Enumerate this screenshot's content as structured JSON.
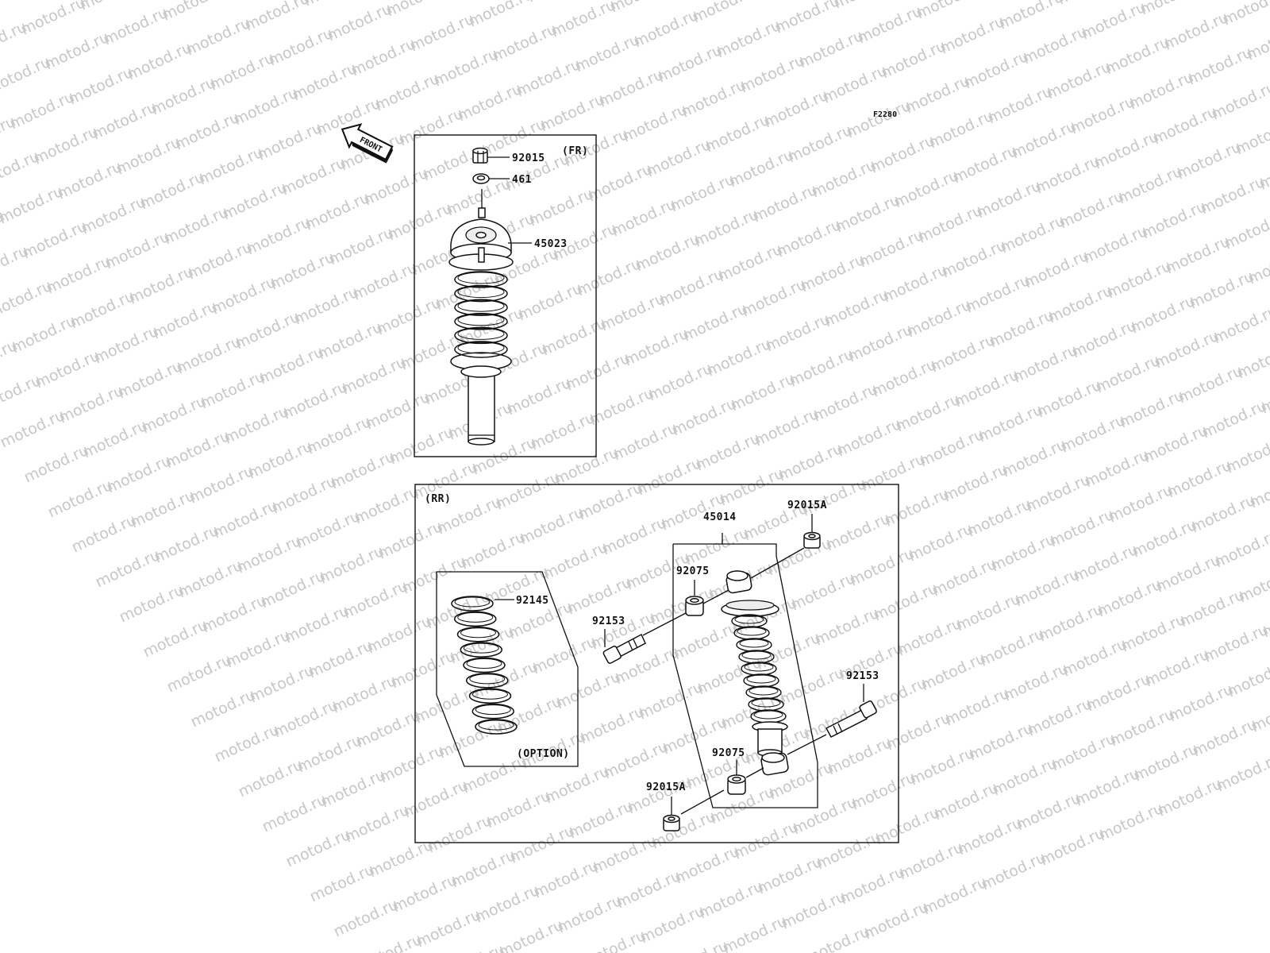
{
  "diagram": {
    "code": "F2280",
    "front_label": "FRONT",
    "watermark": "motod.ru",
    "front_panel": {
      "title": "(FR)",
      "parts": [
        {
          "id": "92015",
          "label": "92015"
        },
        {
          "id": "461",
          "label": "461"
        },
        {
          "id": "45023",
          "label": "45023"
        }
      ]
    },
    "rear_panel": {
      "title": "(RR)",
      "option_label": "(OPTION)",
      "parts": [
        {
          "id": "92145",
          "label": "92145"
        },
        {
          "id": "45014",
          "label": "45014"
        },
        {
          "id": "92015A-top",
          "label": "92015A"
        },
        {
          "id": "92075-top",
          "label": "92075"
        },
        {
          "id": "92153-left",
          "label": "92153"
        },
        {
          "id": "92153-right",
          "label": "92153"
        },
        {
          "id": "92075-bottom",
          "label": "92075"
        },
        {
          "id": "92015A-bottom",
          "label": "92015A"
        }
      ]
    }
  }
}
